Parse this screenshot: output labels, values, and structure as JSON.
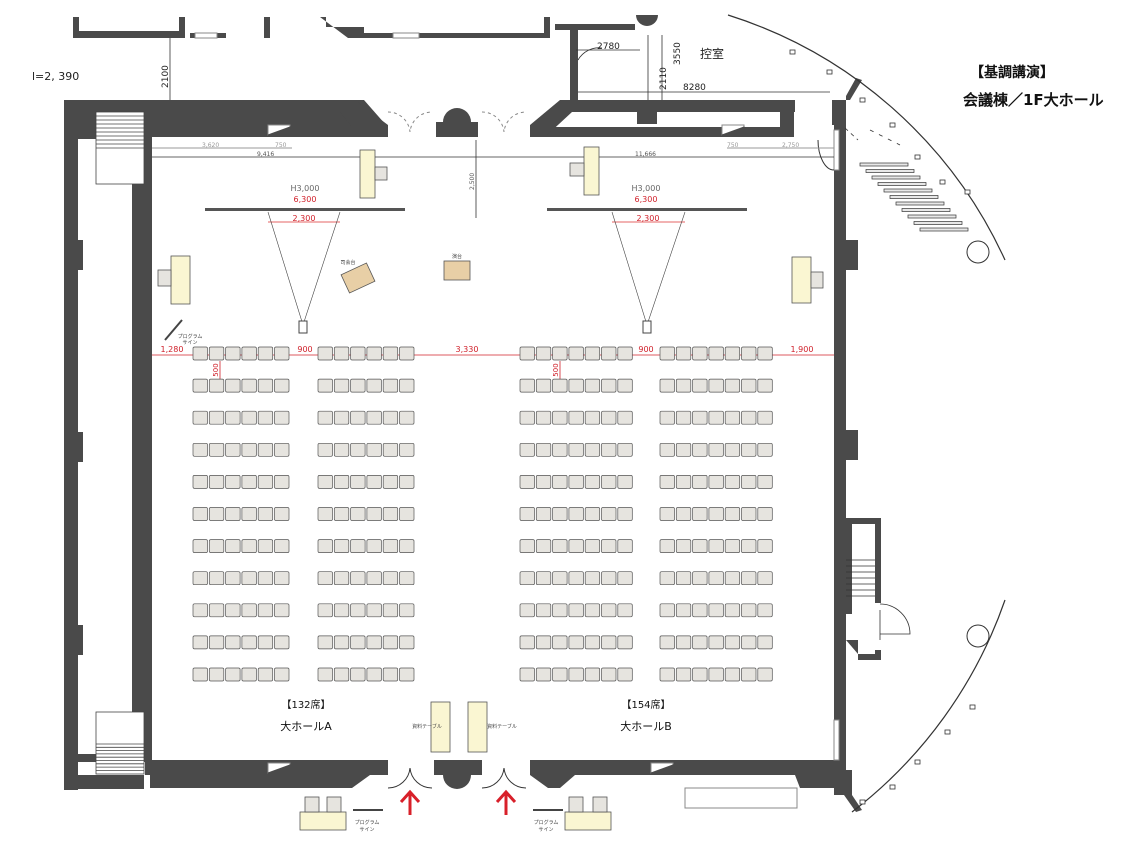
{
  "title": {
    "event": "【基調講演】",
    "venue": "会議棟／1F大ホール"
  },
  "rooms": {
    "waiting_room": "控室"
  },
  "dimensions": {
    "left_note": "l=2, 390",
    "d2100": "2100",
    "d2780": "2780",
    "d3550": "3550",
    "d2110": "2110",
    "d8280": "8280",
    "d3620": "3,620",
    "d750a": "750",
    "d9416": "9,416",
    "d11666": "11,666",
    "d750b": "750",
    "d2750": "2,750",
    "d2500": "2,500",
    "screen_height_a": "H3,000",
    "screen_width_a": "6,300",
    "screen_inner_a": "2,300",
    "screen_height_b": "H3,000",
    "screen_width_b": "6,300",
    "screen_inner_b": "2,300",
    "row_gap_left": "1,280",
    "aisle_a": "900",
    "center_aisle": "3,330",
    "aisle_b": "900",
    "row_gap_right": "1,900",
    "row_pitch_a": "500",
    "row_pitch_b": "500"
  },
  "furniture": {
    "mc_stand": "司会台",
    "podium": "演台",
    "program_sign_line1": "プログラム",
    "program_sign_line2": "サイン",
    "material_table_left": "資料テーブル",
    "material_table_right": "資料テーブル"
  },
  "halls": [
    {
      "seats_label": "【132席】",
      "name": "大ホールA",
      "blocks": [
        6,
        6
      ],
      "rows": 11
    },
    {
      "seats_label": "【154席】",
      "name": "大ホールB",
      "blocks": [
        7,
        7
      ],
      "rows": 11
    }
  ],
  "colors": {
    "wall": "#4a4a4a",
    "table": "#faf6d2",
    "chair": "#e6e4df",
    "dimension": "#d0202a",
    "podium": "#e8cfa6",
    "arrow": "#d8202a"
  }
}
